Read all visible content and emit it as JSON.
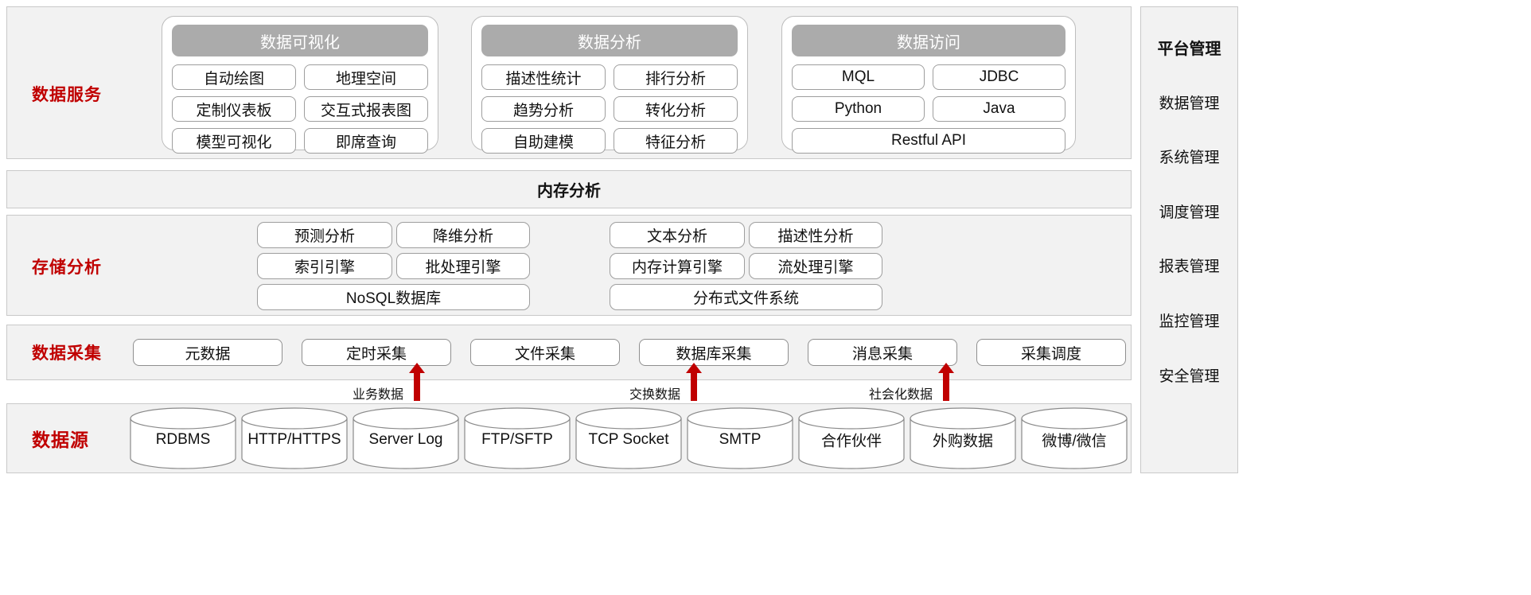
{
  "layers": {
    "data_service": {
      "label": "数据服务",
      "groups": [
        {
          "title": "数据可视化",
          "items": [
            "自动绘图",
            "地理空间",
            "定制仪表板",
            "交互式报表图",
            "模型可视化",
            "即席查询"
          ]
        },
        {
          "title": "数据分析",
          "items": [
            "描述性统计",
            "排行分析",
            "趋势分析",
            "转化分析",
            "自助建模",
            "特征分析"
          ]
        },
        {
          "title": "数据访问",
          "items": [
            "MQL",
            "JDBC",
            "Python",
            "Java"
          ],
          "wide_item": "Restful API"
        }
      ]
    },
    "memory_analysis": {
      "label": "内存分析"
    },
    "storage_analysis": {
      "label": "存储分析",
      "left_group": {
        "row1": [
          "预测分析",
          "降维分析"
        ],
        "row2": [
          "索引引擎",
          "批处理引擎"
        ],
        "row3": "NoSQL数据库"
      },
      "right_group": {
        "row1": [
          "文本分析",
          "描述性分析"
        ],
        "row2": [
          "内存计算引擎",
          "流处理引擎"
        ],
        "row3": "分布式文件系统"
      }
    },
    "data_collection": {
      "label": "数据采集",
      "items": [
        "元数据",
        "定时采集",
        "文件采集",
        "数据库采集",
        "消息采集",
        "采集调度"
      ]
    },
    "data_source": {
      "label": "数据源",
      "items": [
        "RDBMS",
        "HTTP/HTTPS",
        "Server Log",
        "FTP/SFTP",
        "TCP Socket",
        "SMTP",
        "合作伙伴",
        "外购数据",
        "微博/微信"
      ]
    }
  },
  "flow_arrows": [
    {
      "label": "业务数据"
    },
    {
      "label": "交换数据"
    },
    {
      "label": "社会化数据"
    }
  ],
  "sidebar": {
    "title": "平台管理",
    "items": [
      "数据管理",
      "系统管理",
      "调度管理",
      "报表管理",
      "监控管理",
      "安全管理"
    ]
  },
  "colors": {
    "accent_red": "#c00000",
    "band_bg": "#f2f2f2",
    "group_header": "#ababab",
    "border": "#9e9e9e"
  }
}
